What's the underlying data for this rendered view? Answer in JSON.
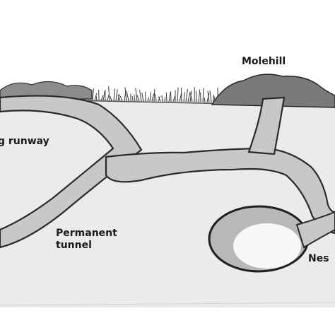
{
  "labels": {
    "molehill": "Molehill",
    "runway": "g runway",
    "permanent_line1": "Permanent",
    "permanent_line2": "tunnel",
    "nest": "Nes"
  },
  "colors": {
    "soil": "#ecebea",
    "soil_shade": "#d9d8d6",
    "tunnel_fill": "#c9c8c6",
    "tunnel_edge": "#2a2a2a",
    "grass": "#3a3a3a",
    "nest_chamber": "#f7f7f7"
  }
}
